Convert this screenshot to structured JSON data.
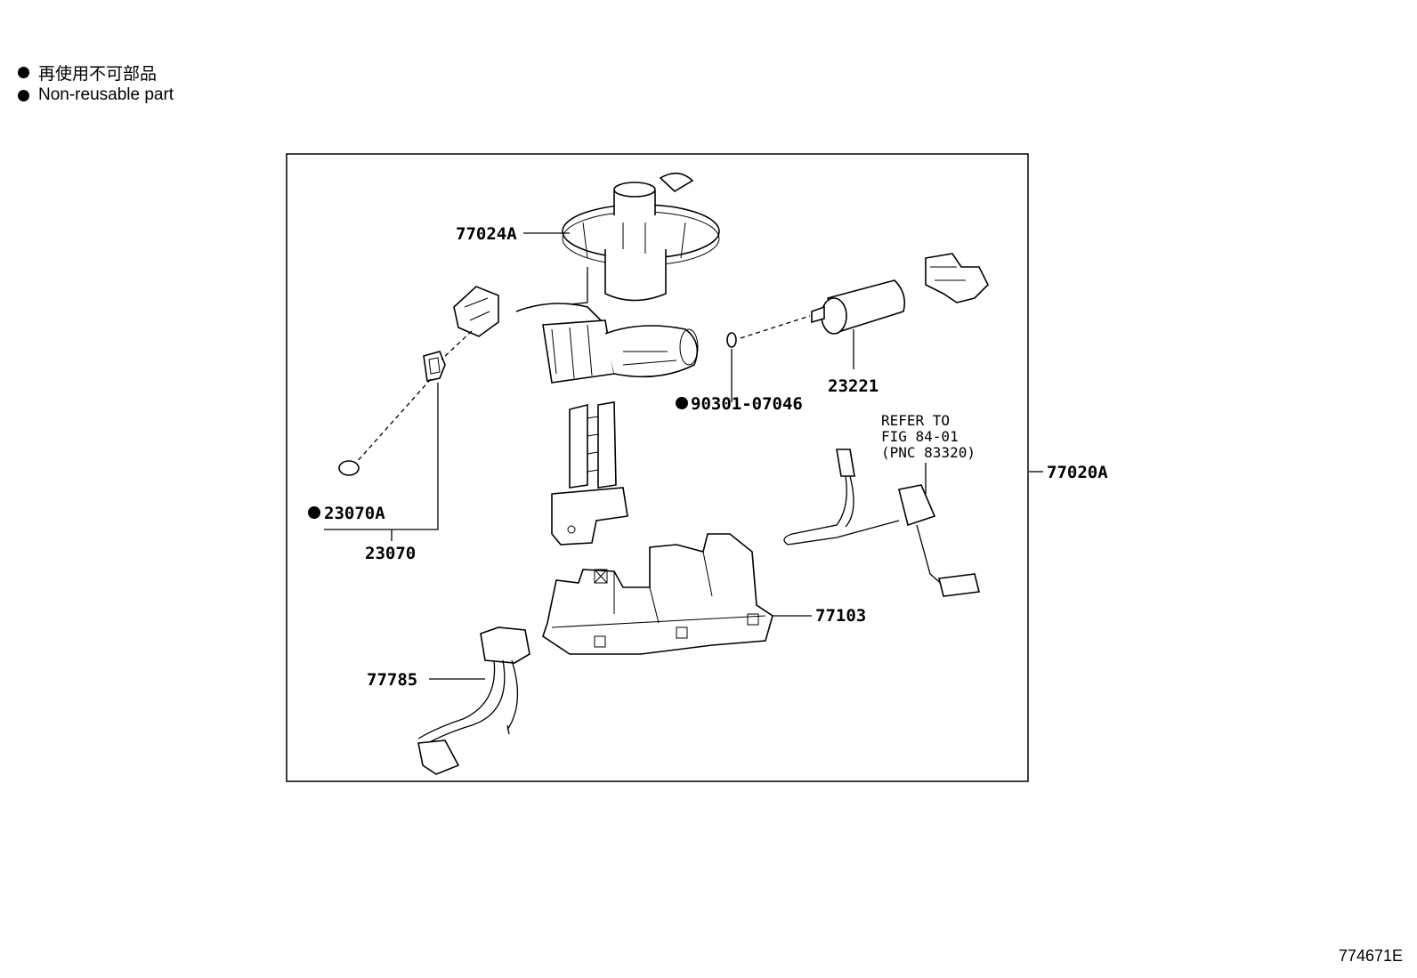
{
  "legend": {
    "line_ja": "再使用不可部品",
    "line_en": "Non-reusable part"
  },
  "diagram_code": "774671E",
  "labels": {
    "pump_bracket": "77024A",
    "fuel_pump": "23221",
    "gasket": "90301-07046",
    "refer_line1": "REFER TO",
    "refer_line2": "FIG 84-01",
    "refer_line3": "(PNC 83320)",
    "assembly": "77020A",
    "oring": "23070A",
    "filter": "23070",
    "sub_tank": "77103",
    "wire_harness": "77785"
  }
}
